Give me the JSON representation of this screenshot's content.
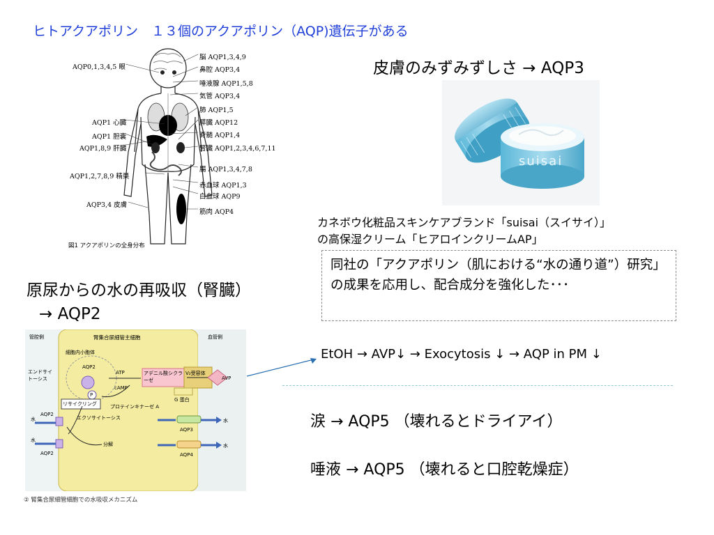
{
  "slide": {
    "title": "ヒトアクアポリン　１３個のアクアポリン（AQP)遺伝子がある",
    "skin_heading": "皮膚のみずみずしさ  →  AQP3",
    "product_caption_line1": "カネボウ化粧品スキンケアブランド「suisai（スイサイ）」",
    "product_caption_line2": "の高保湿クリーム「ヒアロインクリームAP」",
    "research_note": "同社の「アクアポリン（肌における“水の通り道”）研究」の成果を応用し、配合成分を強化した･･･",
    "kidney_line1": "原尿からの水の再吸収（腎臓）",
    "kidney_line2": "→  AQP2",
    "etoh_chain": "EtOH → AVP↓ → Exocytosis ↓ →  AQP in PM ↓",
    "tears": "涙  →  AQP5 （壊れるとドライアイ）",
    "saliva": "唾液  →  AQP5 （壊れると口腔乾燥症）"
  },
  "body_map": {
    "left_labels": [
      "AQP0,1,3,4,5  眼",
      "AQP1  心臓",
      "AQP1  胆嚢",
      "AQP1,8,9  肝臓",
      "AQP1,2,7,8,9  精巣",
      "AQP3,4  皮膚"
    ],
    "right_labels": [
      "脳  AQP1,3,4,9",
      "鼻腔  AQP3,4",
      "唾液腺  AQP1,5,8",
      "気管  AQP3,4",
      "肺  AQP1,5",
      "膵臓  AQP12",
      "脊髄  AQP1,4",
      "腎臓  AQP1,2,3,4,6,7,11",
      "腸  AQP1,3,4,7,8",
      "赤血球  AQP1,3",
      "白血球  AQP9",
      "筋肉  AQP4"
    ],
    "caption": "図1  アクアポリンの全身分布"
  },
  "product": {
    "brand_text": "suisai"
  },
  "kidney_diagram": {
    "lumen_label": "管腔側",
    "blood_label": "血管側",
    "cell_title": "腎集合尿細管主細胞",
    "vesicle_label": "細胞内小胞体",
    "aqp2_top": "AQP2",
    "atp": "ATP",
    "camp": "cAMP",
    "enzyme": "アデニル酸シクラーゼ",
    "v2": "V₂受容体",
    "avp": "AVP",
    "gprotein": "G 蛋白",
    "endo": "エンドサイトーシス",
    "recycle": "リサイクリング",
    "pka": "プロテインキナーゼ A",
    "exo": "エクソサイトーシス",
    "p": "P",
    "water_in_1": "水",
    "water_in_2": "水",
    "water_out_1": "水",
    "water_out_2": "水",
    "aqp2_membrane_1": "AQP2",
    "aqp2_membrane_2": "AQP2",
    "degrade": "分解",
    "aqp3": "AQP3",
    "aqp4": "AQP4",
    "caption": "② 腎集合尿細管細胞での水吸収メカニズム"
  }
}
